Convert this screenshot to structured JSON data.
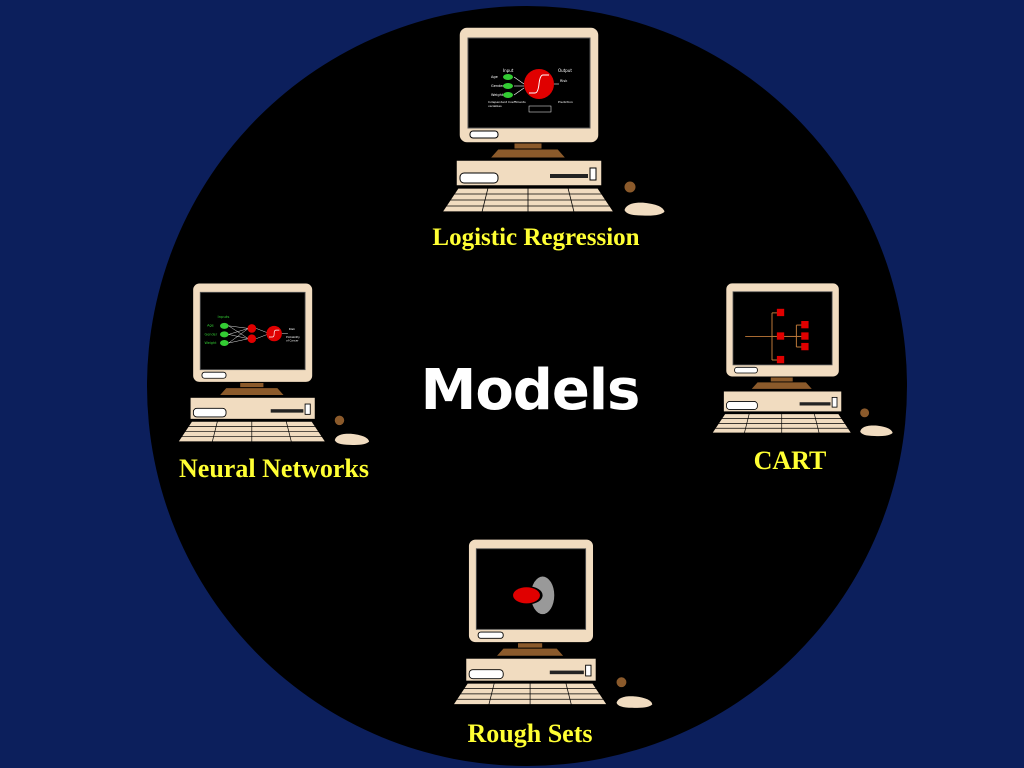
{
  "slide": {
    "title": "Models",
    "models": [
      {
        "id": "logistic-regression",
        "label": "Logistic Regression"
      },
      {
        "id": "neural-networks",
        "label": "Neural Networks"
      },
      {
        "id": "cart",
        "label": "CART"
      },
      {
        "id": "rough-sets",
        "label": "Rough Sets"
      }
    ]
  },
  "lr_screen": {
    "texts": [
      "Input",
      "Output",
      "Age",
      "Gender",
      "Weight",
      "Risk",
      "Independent",
      "Coefficients",
      "Prediction",
      "variables"
    ]
  },
  "nn_screen": {
    "texts": [
      "Inputs",
      "Age",
      "Gender",
      "Weight",
      "Risk",
      "Probability",
      "of Cancer"
    ]
  },
  "colors": {
    "background": "#0c1f5c",
    "circle": "#000000",
    "label": "#ffff33",
    "title": "#ffffff",
    "beige": "#f1dcc0",
    "brown": "#8b5a2b",
    "red": "#e00000",
    "green": "#33cc33"
  },
  "icons": [
    "computer-icon",
    "mouse-icon",
    "keyboard-icon"
  ]
}
